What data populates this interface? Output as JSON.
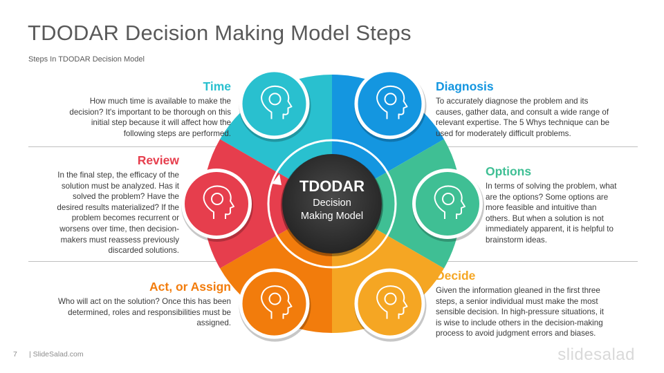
{
  "slide": {
    "title": "TDODAR Decision Making Model Steps",
    "subtitle": "Steps In TDODAR Decision Model",
    "page_number": "7",
    "site": "| SlideSalad.com",
    "brand": "slidesalad"
  },
  "center": {
    "title": "TDODAR",
    "line1": "Decision",
    "line2": "Making Model"
  },
  "steps": [
    {
      "heading": "Time",
      "color": "#29c0cf",
      "icon": "head-clock-icon",
      "lines": [
        "How much time is available to make the",
        "decision? It's important to be thorough on this",
        "initial step because it will affect how the",
        "following steps are performed."
      ]
    },
    {
      "heading": "Diagnosis",
      "color": "#1496e0",
      "icon": "head-magnifier-icon",
      "lines": [
        "To accurately diagnose the problem and its",
        "causes, gather data, and consult a wide range of",
        "relevant expertise. The 5 Whys technique can be",
        "used for moderately difficult problems."
      ]
    },
    {
      "heading": "Options",
      "color": "#3fbf94",
      "icon": "head-arrows-icon",
      "lines": [
        "In terms of solving the problem, what",
        "are the options? Some options are",
        "more feasible and intuitive than",
        "others. But when a solution is not",
        "immediately apparent, it is helpful to",
        "brainstorm ideas."
      ]
    },
    {
      "heading": "Decide",
      "color": "#f5a623",
      "icon": "head-split-arrow-icon",
      "lines": [
        "Given the information gleaned in the first three",
        "steps, a senior individual must make the most",
        "sensible decision. In high-pressure situations, it",
        "is wise to include others in the decision-making",
        "process to avoid judgment errors and biases."
      ]
    },
    {
      "heading": "Act, or Assign",
      "color": "#f27c0c",
      "icon": "head-check-icon",
      "lines": [
        "Who will act on the solution? Once this has been",
        "determined, roles and responsibilities must be",
        "assigned."
      ]
    },
    {
      "heading": "Review",
      "color": "#e63e4d",
      "icon": "head-search-check-icon",
      "lines": [
        "In the final step, the efficacy of the",
        "solution must be analyzed. Has it",
        "solved the problem? Have the",
        "desired results materialized? If the",
        "problem becomes recurrent or",
        "worsens over time, then decision-",
        "makers must reassess previously",
        "discarded solutions."
      ]
    }
  ]
}
